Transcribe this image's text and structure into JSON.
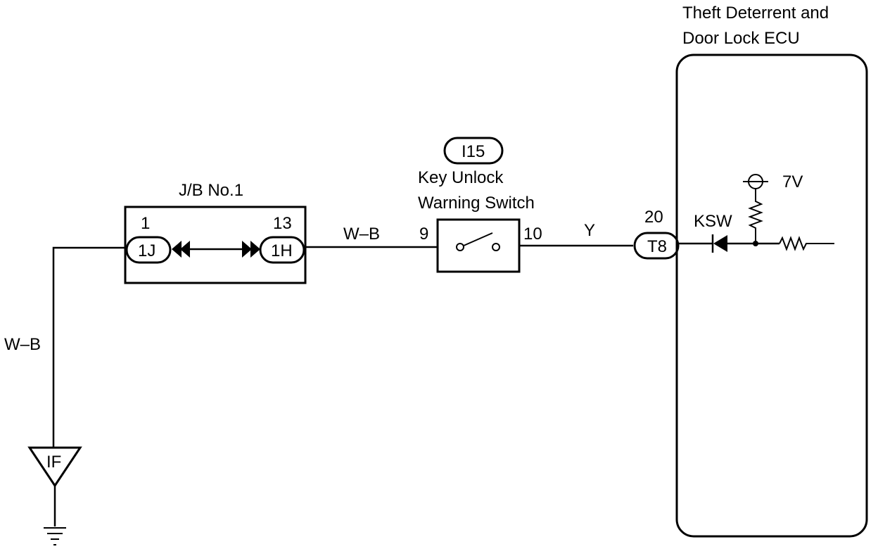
{
  "ecu": {
    "title_line1": "Theft Deterrent and",
    "title_line2": "Door Lock ECU",
    "terminal_pin": "20",
    "terminal_connector": "T8",
    "signal_label": "KSW",
    "voltage_label": "7V"
  },
  "junction_block": {
    "title": "J/B No.1",
    "left_pin": "1",
    "left_connector": "1J",
    "right_pin": "13",
    "right_connector": "1H"
  },
  "switch": {
    "connector_id": "I15",
    "name_line1": "Key Unlock",
    "name_line2": "Warning Switch",
    "pin_in": "9",
    "pin_out": "10"
  },
  "wires": {
    "ground_wire": "W–B",
    "jb_to_switch": "W–B",
    "switch_to_ecu": "Y"
  },
  "ground": {
    "point_label": "IF"
  }
}
